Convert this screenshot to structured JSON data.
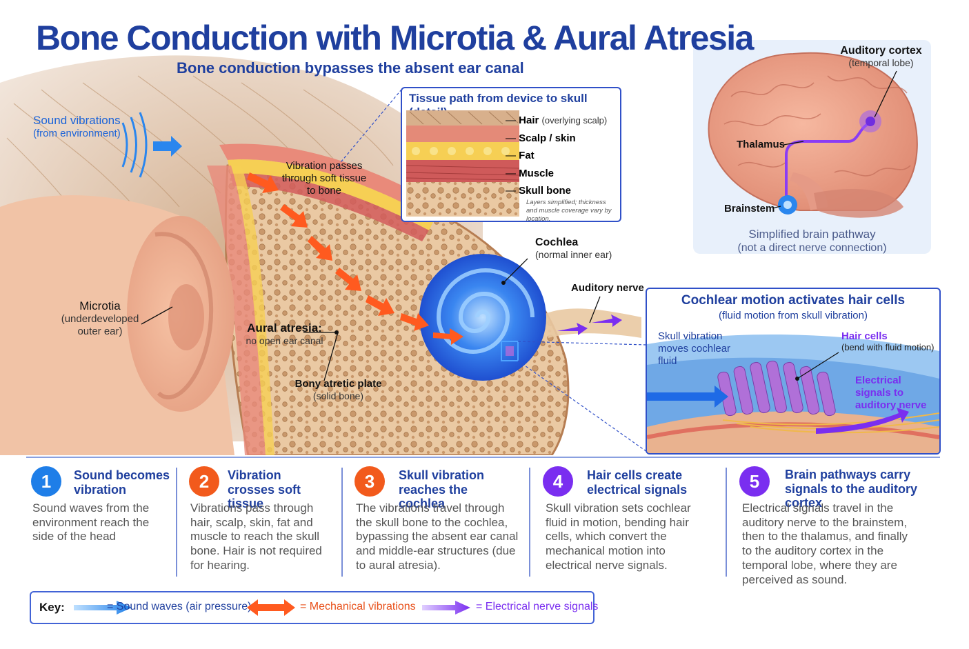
{
  "title": "Bone Conduction with Microtia & Aural Atresia",
  "subtitle": "Bone conduction bypasses the absent ear canal",
  "colors": {
    "title_blue": "#1f3f9e",
    "sound_blue": "#1e7ee8",
    "mechanical_orange": "#ff5a1f",
    "electrical_purple": "#7a2ef0"
  },
  "labels": {
    "sound": {
      "title": "Sound vibrations",
      "sub": "(from environment)"
    },
    "vibration_passes": "Vibration passes through soft tissue to bone",
    "microtia": {
      "title": "Microtia",
      "sub": "(underdeveloped outer ear)"
    },
    "aural_atresia": {
      "title": "Aural atresia:",
      "sub": "no open ear canal"
    },
    "bony_plate": {
      "title": "Bony atretic plate",
      "sub": "(solid bone)"
    },
    "cochlea": {
      "title": "Cochlea",
      "sub": "(normal inner ear)"
    },
    "auditory_nerve": "Auditory nerve"
  },
  "tissue_panel": {
    "title": "Tissue path from device to skull (detail)",
    "layers": [
      {
        "name": "Hair",
        "note": "(overlying scalp)"
      },
      {
        "name": "Scalp / skin",
        "note": ""
      },
      {
        "name": "Fat",
        "note": ""
      },
      {
        "name": "Muscle",
        "note": ""
      },
      {
        "name": "Skull bone",
        "note": ""
      }
    ],
    "footnote": "Layers simplified; thickness and muscle coverage vary by location."
  },
  "brain_panel": {
    "auditory_cortex": "Auditory cortex",
    "auditory_cortex_sub": "(temporal lobe)",
    "thalamus": "Thalamus",
    "brainstem": "Brainstem",
    "caption_1": "Simplified brain pathway",
    "caption_2": "(not a direct nerve connection)"
  },
  "cochlea_panel": {
    "title": "Cochlear motion activates hair cells",
    "subtitle": "(fluid motion from skull vibration)",
    "skull_vibration": "Skull vibration moves cochlear fluid",
    "hair_cells": "Hair cells",
    "hair_cells_sub": "(bend with fluid motion)",
    "electrical": "Electrical signals to auditory nerve"
  },
  "steps": [
    {
      "num": "1",
      "color": "#1e7ee8",
      "head": "Sound becomes vibration",
      "body": "Sound waves from the environment reach the side of the head"
    },
    {
      "num": "2",
      "color": "#f25a1c",
      "head": "Vibration crosses soft tissue",
      "body": "Vibrations pass through hair, scalp, skin, fat and muscle to reach the skull bone. Hair is not required for hearing."
    },
    {
      "num": "3",
      "color": "#f25a1c",
      "head": "Skull vibration reaches the cochlea",
      "body": "The vibrations travel through the skull bone to the cochlea, bypassing the absent ear canal and middle-ear structures (due to aural atresia)."
    },
    {
      "num": "4",
      "color": "#7a2ef0",
      "head": "Hair cells create electrical signals",
      "body": "Skull vibration sets cochlear fluid in motion, bending hair cells, which convert the mechanical motion into electrical nerve signals."
    },
    {
      "num": "5",
      "color": "#7a2ef0",
      "head": "Brain pathways carry signals to the auditory cortex",
      "body": "Electrical signals travel in the auditory nerve to the brainstem, then to the thalamus, and finally to the auditory cortex in the temporal lobe, where they are perceived as sound."
    }
  ],
  "key": {
    "label": "Key:",
    "sound": "= Sound waves (air pressure)",
    "mechanical": "= Mechanical vibrations",
    "electrical": "= Electrical nerve signals"
  }
}
